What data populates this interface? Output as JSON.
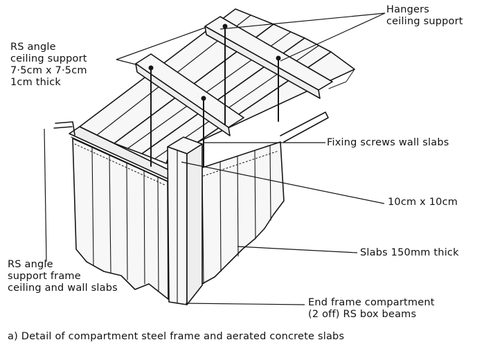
{
  "figure": {
    "labels": {
      "hangers": [
        "Hangers",
        "ceiling support"
      ],
      "rs_angle_ceiling": [
        "RS angle",
        "ceiling support",
        "7·5cm x 7·5cm",
        "1cm thick"
      ],
      "fixing_screws": "Fixing screws wall slabs",
      "box_size": "10cm x 10cm",
      "slabs": "Slabs 150mm thick",
      "rs_angle_frame": [
        "RS angle",
        "support frame",
        "ceiling and wall slabs"
      ],
      "end_frame": [
        "End frame compartment",
        "(2 off) RS box beams"
      ]
    },
    "caption": "a) Detail of compartment steel frame and aerated concrete slabs"
  }
}
